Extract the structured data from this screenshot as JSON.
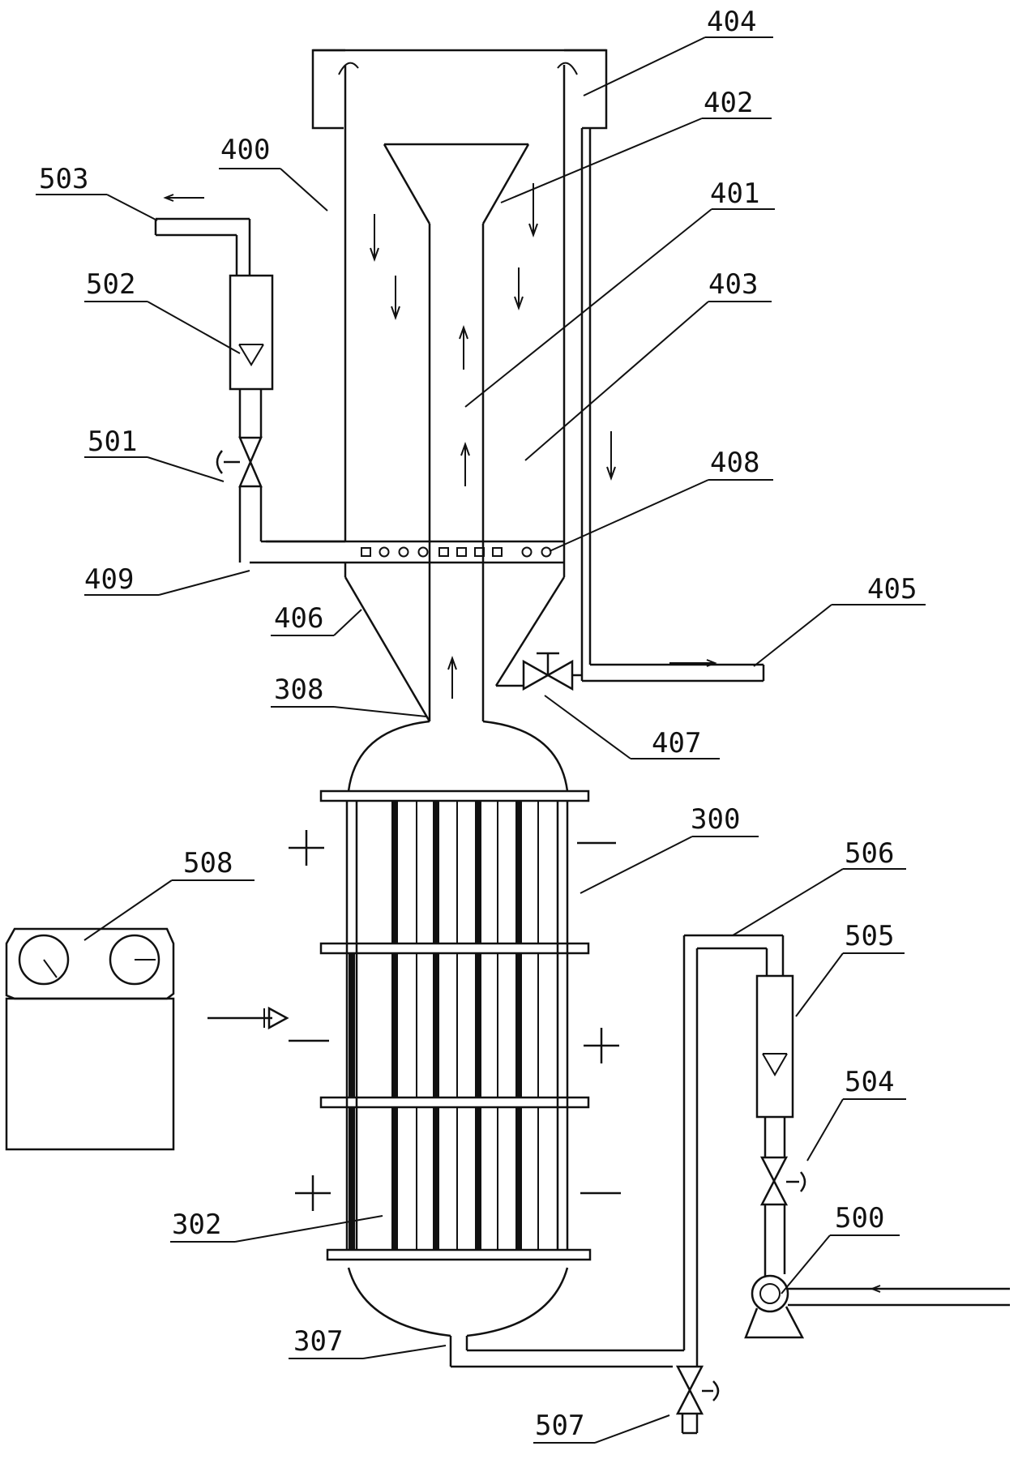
{
  "labels": {
    "l404": "404",
    "l402": "402",
    "l400": "400",
    "l401": "401",
    "l503": "503",
    "l403": "403",
    "l502": "502",
    "l501": "501",
    "l408": "408",
    "l409": "409",
    "l405": "405",
    "l406": "406",
    "l308": "308",
    "l407": "407",
    "l300": "300",
    "l506": "506",
    "l508": "508",
    "l505": "505",
    "l504": "504",
    "l302": "302",
    "l500": "500",
    "l307": "307",
    "l507": "507"
  },
  "signs": {
    "plus": "+",
    "minus": "—"
  }
}
